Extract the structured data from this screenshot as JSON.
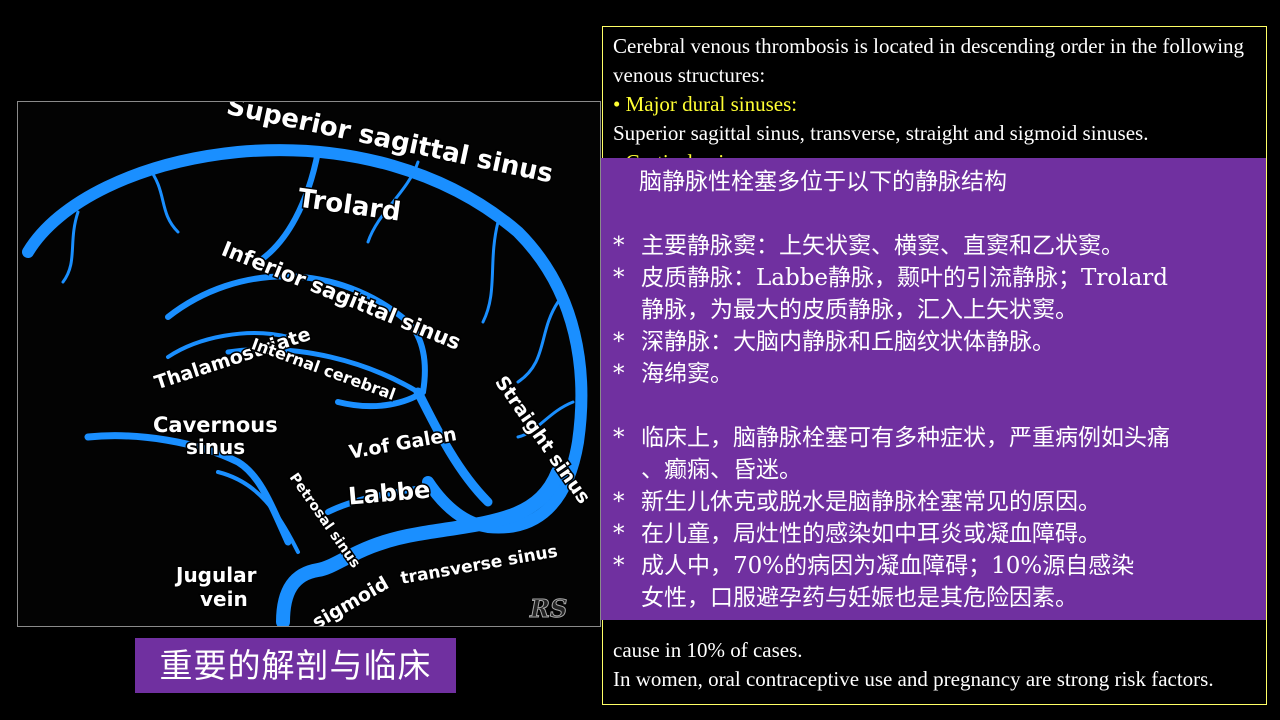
{
  "diagram": {
    "labels": {
      "superior_sagittal_sinus": "Superior sagittal sinus",
      "trolard": "Trolard",
      "inferior_sagittal_sinus": "Inferior sagittal sinus",
      "thalamostriate": "Thalamostriate",
      "internal_cerebral": "Internal cerebral",
      "cavernous": "Cavernous",
      "sinus": "sinus",
      "v_of_galen": "V.of Galen",
      "straight_sinus": "Straight sinus",
      "petrosal_sinus": "Petrosal sinus",
      "labbe": "Labbe",
      "transverse_sinus": "transverse sinus",
      "jugular": "Jugular",
      "vein": "vein",
      "sigmoid": "sigmoid",
      "signature": "RS"
    },
    "vein_color": "#1a8fff",
    "background_color": "#030303"
  },
  "caption": "重要的解剖与临床",
  "english": {
    "intro": "Cerebral venous thrombosis is located in descending order in the following venous structures:",
    "major_heading": "• Major dural sinuses:",
    "major_text": "Superior sagittal sinus, transverse, straight and sigmoid sinuses.",
    "partial_heading": "• Cortical veins:",
    "bottom_partial": "cause in 10% of cases.",
    "bottom_women": "In women, oral contraceptive use and pregnancy are strong risk factors."
  },
  "chinese": {
    "title": "脑静脉性栓塞多位于以下的静脉结构",
    "star": "*",
    "items_a": [
      {
        "lines": [
          "主要静脉窦：上矢状窦、横窦、直窦和乙状窦。"
        ]
      },
      {
        "lines": [
          "皮质静脉：Labbe静脉，颞叶的引流静脉；Trolard",
          "静脉，为最大的皮质静脉，汇入上矢状窦。"
        ]
      },
      {
        "lines": [
          "深静脉：大脑内静脉和丘脑纹状体静脉。"
        ]
      },
      {
        "lines": [
          "海绵窦。"
        ]
      }
    ],
    "items_b": [
      {
        "lines": [
          "临床上，脑静脉栓塞可有多种症状，严重病例如头痛",
          "、癫痫、昏迷。"
        ]
      },
      {
        "lines": [
          "新生儿休克或脱水是脑静脉栓塞常见的原因。"
        ]
      },
      {
        "lines": [
          "在儿童，局灶性的感染如中耳炎或凝血障碍。"
        ]
      },
      {
        "lines": [
          "成人中，70%的病因为凝血障碍；10%源自感染",
          "女性，口服避孕药与妊娠也是其危险因素。"
        ]
      }
    ]
  },
  "colors": {
    "purple": "#7030a0",
    "yellow_text": "#ffff33",
    "box_border": "#ffff66"
  }
}
